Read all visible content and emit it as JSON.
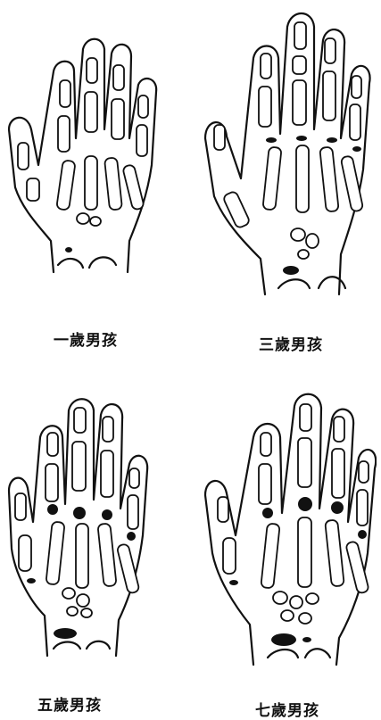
{
  "panels": [
    {
      "caption": "一歲男孩",
      "ossification_level": 1
    },
    {
      "caption": "三歲男孩",
      "ossification_level": 2
    },
    {
      "caption": "五歲男孩",
      "ossification_level": 3
    },
    {
      "caption": "七歲男孩",
      "ossification_level": 4
    }
  ]
}
